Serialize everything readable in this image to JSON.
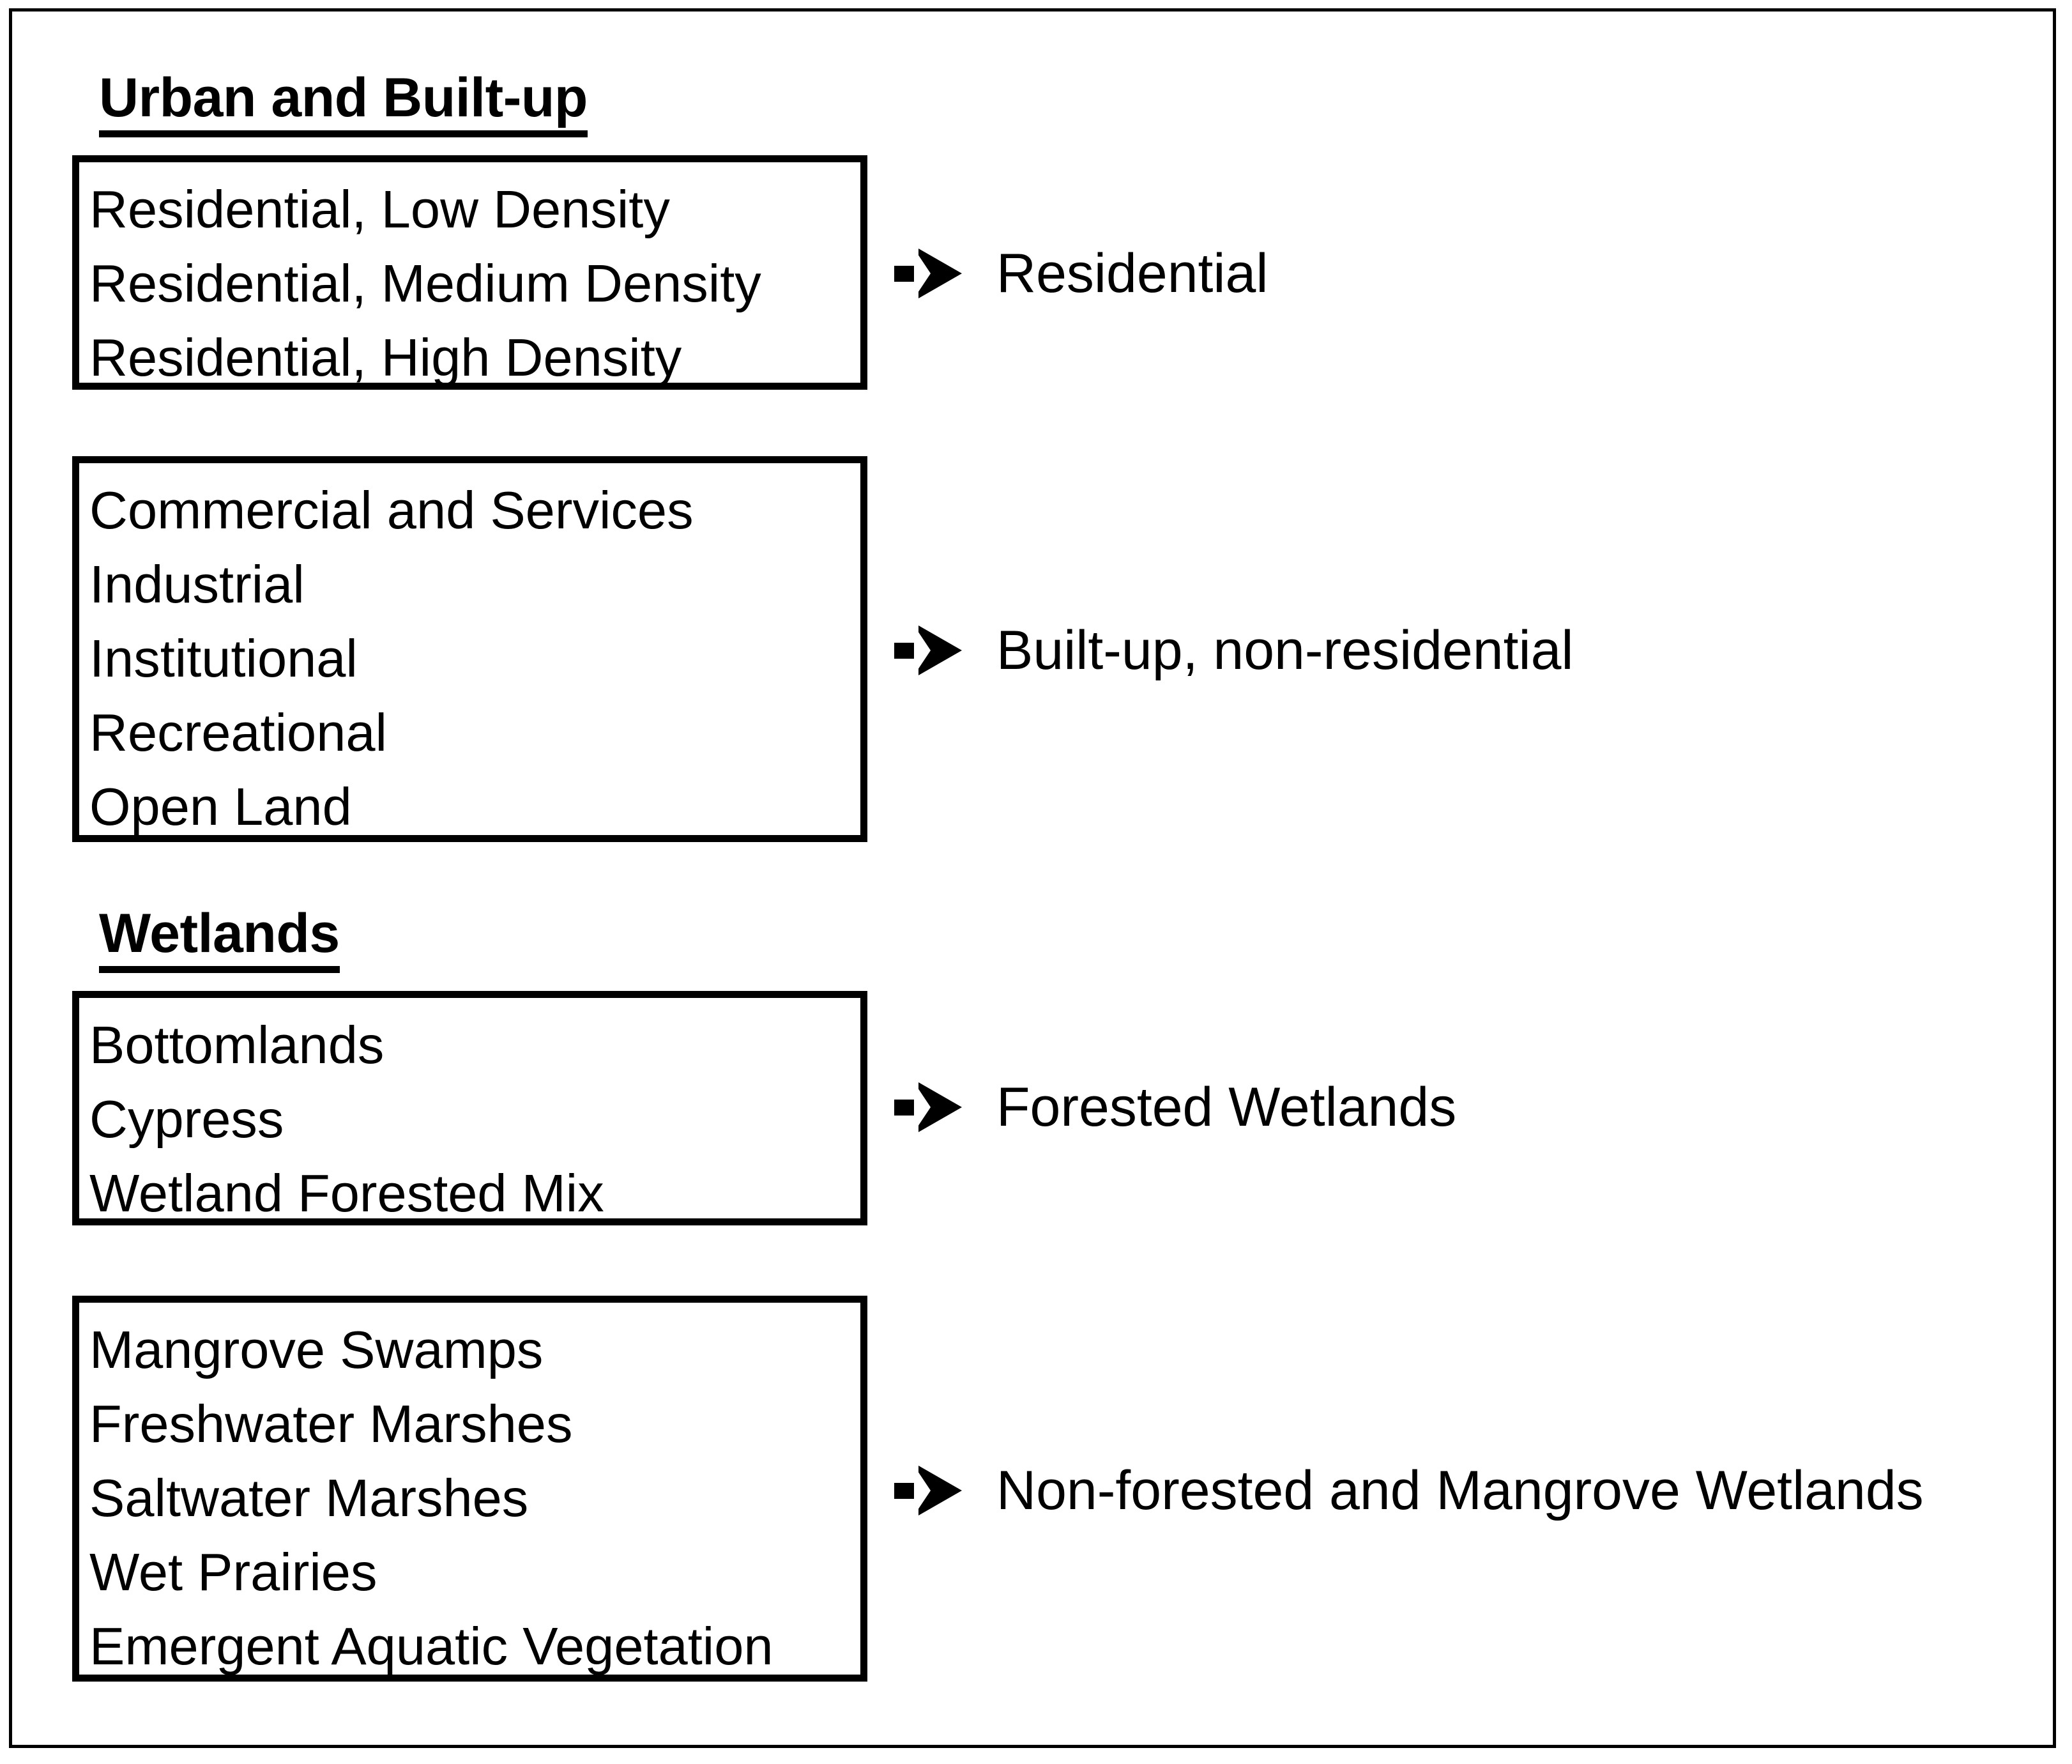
{
  "figure": {
    "type": "classification-crosswalk-diagram",
    "arrow_icon": "right-arrow-icon"
  },
  "groups": [
    {
      "heading": "Urban and Built-up",
      "mappings": [
        {
          "source_classes": [
            "Residential, Low Density",
            "Residential, Medium Density",
            "Residential, High Density"
          ],
          "target_class": "Residential"
        },
        {
          "source_classes": [
            "Commercial and Services",
            "Industrial",
            "Institutional",
            "Recreational",
            "Open Land"
          ],
          "target_class": "Built-up, non-residential"
        }
      ]
    },
    {
      "heading": "Wetlands",
      "mappings": [
        {
          "source_classes": [
            "Bottomlands",
            "Cypress",
            "Wetland Forested Mix"
          ],
          "target_class": "Forested Wetlands"
        },
        {
          "source_classes": [
            "Mangrove Swamps",
            "Freshwater Marshes",
            "Saltwater Marshes",
            "Wet Prairies",
            "Emergent Aquatic Vegetation"
          ],
          "target_class": "Non-forested and Mangrove Wetlands"
        }
      ]
    }
  ],
  "colors": {
    "ink": "#000000",
    "paper": "#ffffff"
  }
}
